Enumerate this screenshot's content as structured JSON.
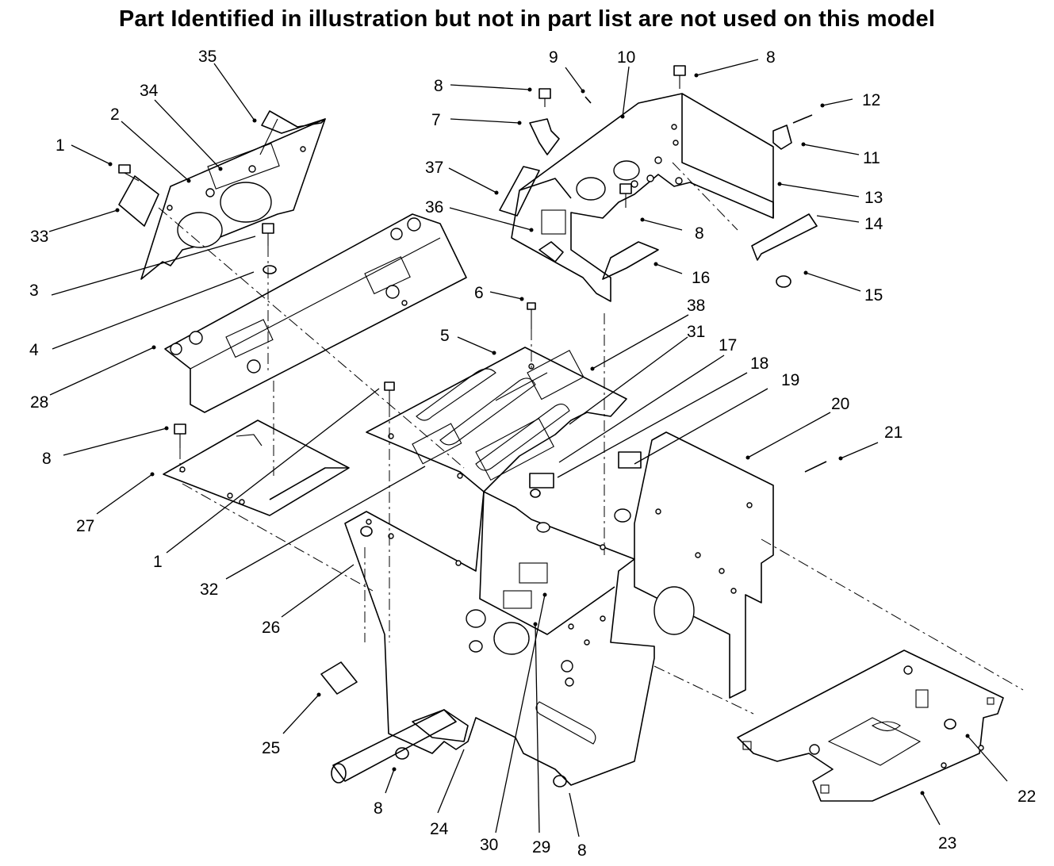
{
  "title": "Part Identified in illustration but not in part list are not used on this model",
  "callouts": [
    {
      "id": "c1a",
      "text": "1"
    },
    {
      "id": "c2",
      "text": "2"
    },
    {
      "id": "c34",
      "text": "34"
    },
    {
      "id": "c35",
      "text": "35"
    },
    {
      "id": "c33",
      "text": "33"
    },
    {
      "id": "c3",
      "text": "3"
    },
    {
      "id": "c4",
      "text": "4"
    },
    {
      "id": "c28",
      "text": "28"
    },
    {
      "id": "c8a",
      "text": "8"
    },
    {
      "id": "c27",
      "text": "27"
    },
    {
      "id": "c1b",
      "text": "1"
    },
    {
      "id": "c32",
      "text": "32"
    },
    {
      "id": "c26",
      "text": "26"
    },
    {
      "id": "c25",
      "text": "25"
    },
    {
      "id": "c8b",
      "text": "8"
    },
    {
      "id": "c24",
      "text": "24"
    },
    {
      "id": "c30",
      "text": "30"
    },
    {
      "id": "c29",
      "text": "29"
    },
    {
      "id": "c8c",
      "text": "8"
    },
    {
      "id": "c8d",
      "text": "8"
    },
    {
      "id": "c7",
      "text": "7"
    },
    {
      "id": "c37",
      "text": "37"
    },
    {
      "id": "c36",
      "text": "36"
    },
    {
      "id": "c9",
      "text": "9"
    },
    {
      "id": "c10",
      "text": "10"
    },
    {
      "id": "c8e",
      "text": "8"
    },
    {
      "id": "c12",
      "text": "12"
    },
    {
      "id": "c11",
      "text": "11"
    },
    {
      "id": "c13",
      "text": "13"
    },
    {
      "id": "c14",
      "text": "14"
    },
    {
      "id": "c8f",
      "text": "8"
    },
    {
      "id": "c16",
      "text": "16"
    },
    {
      "id": "c15",
      "text": "15"
    },
    {
      "id": "c6",
      "text": "6"
    },
    {
      "id": "c5",
      "text": "5"
    },
    {
      "id": "c38",
      "text": "38"
    },
    {
      "id": "c31",
      "text": "31"
    },
    {
      "id": "c17",
      "text": "17"
    },
    {
      "id": "c18",
      "text": "18"
    },
    {
      "id": "c19",
      "text": "19"
    },
    {
      "id": "c20",
      "text": "20"
    },
    {
      "id": "c21",
      "text": "21"
    },
    {
      "id": "c22",
      "text": "22"
    },
    {
      "id": "c23",
      "text": "23"
    }
  ]
}
